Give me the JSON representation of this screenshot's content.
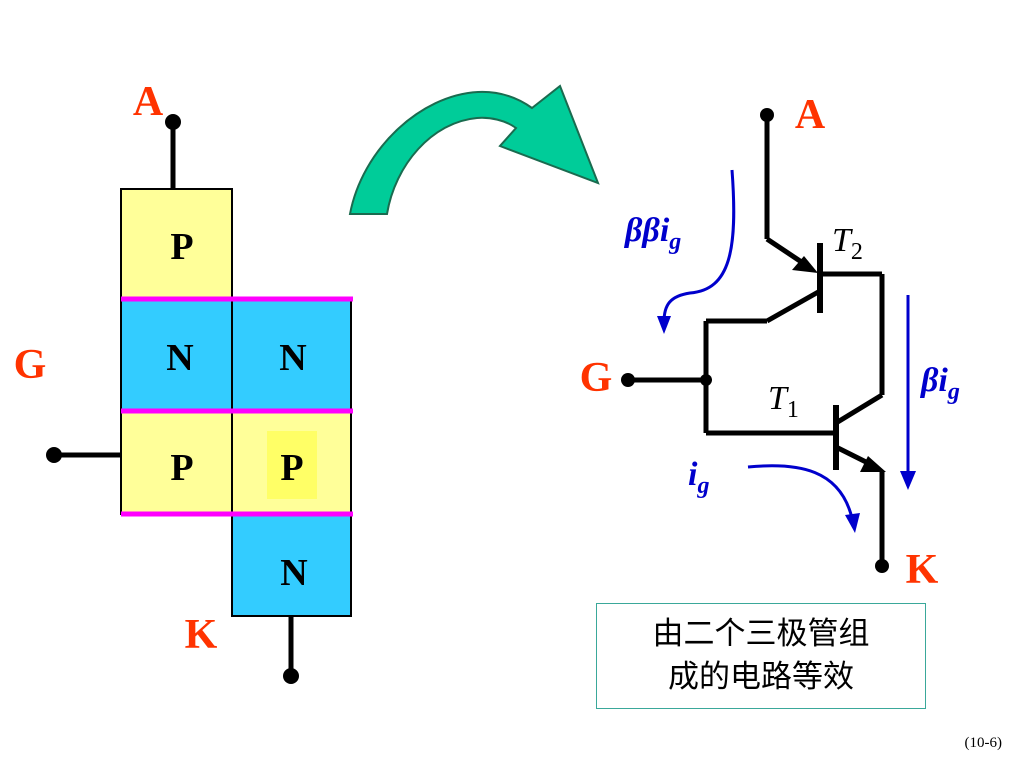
{
  "colors": {
    "p_region": "#ffff99",
    "n_region": "#33ccff",
    "junction": "#ff00ff",
    "terminal_label": "#ff3300",
    "current_arrow": "#0000cc",
    "transform_arrow": "#00cc99",
    "wire": "#000000"
  },
  "structure": {
    "label_anode": "A",
    "label_gate": "G",
    "label_cathode": "K",
    "left_column": [
      "P",
      "N",
      "P"
    ],
    "right_column": [
      "N",
      "P",
      "N"
    ]
  },
  "circuit": {
    "label_anode": "A",
    "label_gate": "G",
    "label_cathode": "K",
    "transistor_top": {
      "letter": "T",
      "subscript": "2"
    },
    "transistor_bottom": {
      "letter": "T",
      "subscript": "1"
    },
    "current_top": {
      "symbol": "ββi",
      "subscript": "g"
    },
    "current_right": {
      "symbol": "βi",
      "subscript": "g"
    },
    "current_gate": {
      "symbol": "i",
      "subscript": "g"
    }
  },
  "caption": {
    "line1": "由二个三极管组",
    "line2": "成的电路等效"
  },
  "page_number": "(10-6)"
}
